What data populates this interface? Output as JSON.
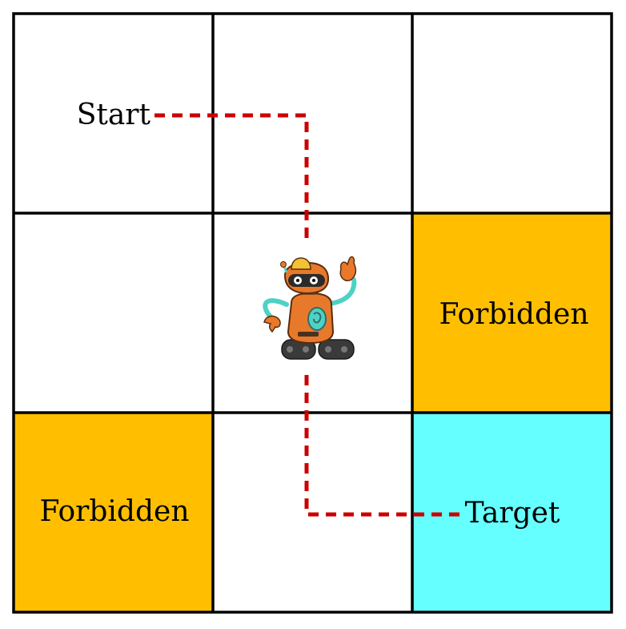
{
  "grid": {
    "rows": 3,
    "cols": 3,
    "cells": [
      {
        "row": 0,
        "col": 0,
        "type": "empty",
        "label": ""
      },
      {
        "row": 0,
        "col": 1,
        "type": "empty",
        "label": ""
      },
      {
        "row": 0,
        "col": 2,
        "type": "empty",
        "label": ""
      },
      {
        "row": 1,
        "col": 0,
        "type": "empty",
        "label": ""
      },
      {
        "row": 1,
        "col": 1,
        "type": "robot",
        "label": ""
      },
      {
        "row": 1,
        "col": 2,
        "type": "forbidden",
        "label": "Forbidden"
      },
      {
        "row": 2,
        "col": 0,
        "type": "forbidden",
        "label": "Forbidden"
      },
      {
        "row": 2,
        "col": 1,
        "type": "empty",
        "label": ""
      },
      {
        "row": 2,
        "col": 2,
        "type": "target",
        "label": "Target"
      }
    ]
  },
  "labels": {
    "start": "Start",
    "forbidden_mid_right": "Forbidden",
    "forbidden_bottom_left": "Forbidden",
    "target": "Target"
  },
  "path": {
    "style": "dashed",
    "description_icon": "robot-icon"
  },
  "colors": {
    "forbidden": "#FFBF00",
    "target": "#66FFFF",
    "empty": "#FFFFFF",
    "grid_line": "#000000",
    "path": "#CC0000",
    "robot_body": "#E8792B",
    "robot_accent": "#4FD1C5"
  }
}
